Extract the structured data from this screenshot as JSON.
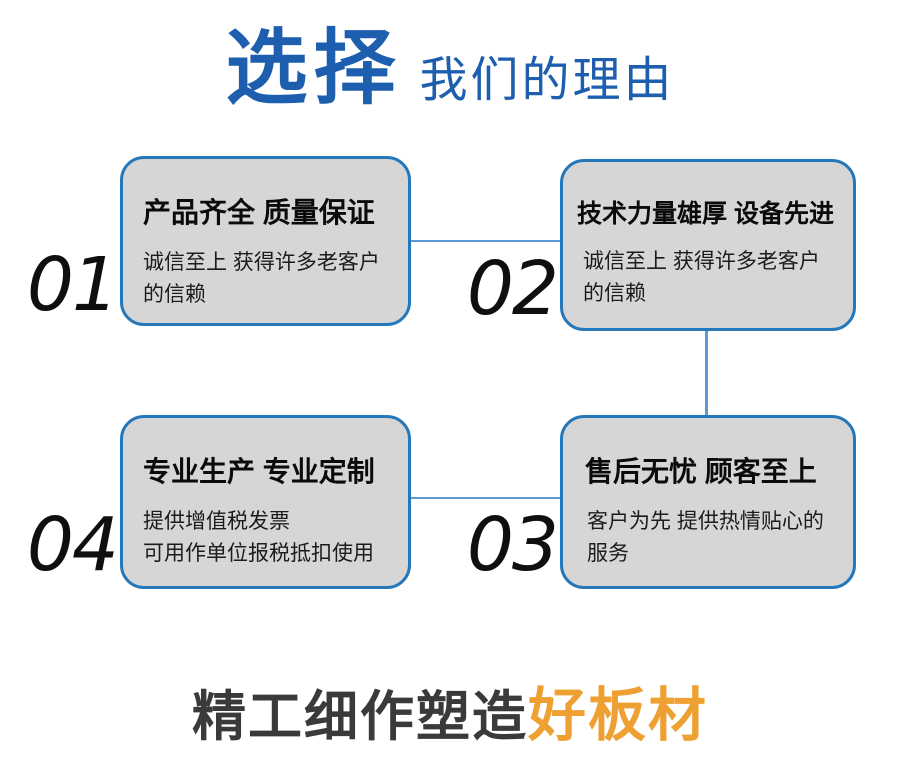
{
  "title": {
    "main": "选择",
    "sub": "我们的理由"
  },
  "reasons": [
    {
      "number": "01",
      "heading": "产品齐全 质量保证",
      "body": "诚信至上 获得许多老客户\n的信赖"
    },
    {
      "number": "02",
      "heading": "技术力量雄厚 设备先进",
      "body": "诚信至上 获得许多老客户\n的信赖"
    },
    {
      "number": "03",
      "heading": "售后无忧 顾客至上",
      "body": "客户为先 提供热情贴心的\n服务"
    },
    {
      "number": "04",
      "heading": "专业生产 专业定制",
      "body": "提供增值税发票\n可用作单位报税抵扣使用"
    }
  ],
  "footer": {
    "text_dark": "精工细作塑造",
    "text_accent": "好板材"
  },
  "colors": {
    "title_blue": "#1d5fae",
    "card_border_blue": "#2578ba",
    "connector_blue": "#5b9bd5",
    "card_fill_gray": "#d6d6d6",
    "number_black": "#0f0f0f",
    "footer_dark_gray": "#3a3a3a",
    "footer_orange": "#efa032"
  }
}
